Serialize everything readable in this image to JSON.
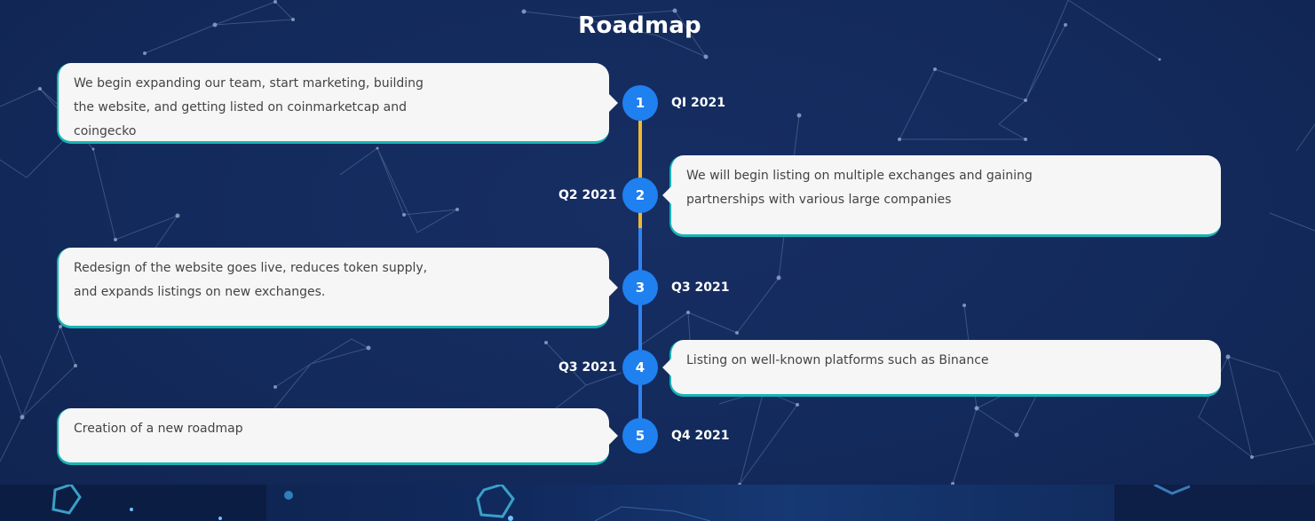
{
  "section": {
    "title": "Roadmap"
  },
  "colors": {
    "background": "#13295a",
    "node": "#1f80f0",
    "line_done": "#f2b632",
    "line_pending": "#2f84f2",
    "card": "#f6f6f6",
    "card_accent": "#18b4b4"
  },
  "milestones": [
    {
      "number": "1",
      "date": "QI 2021",
      "text": "We begin expanding our team, start marketing, building the website, and getting listed on coinmarketcap and coingecko"
    },
    {
      "number": "2",
      "date": "Q2 2021",
      "text": "We will begin listing on multiple exchanges and gaining partnerships with various large companies"
    },
    {
      "number": "3",
      "date": "Q3 2021",
      "text": "Redesign of the website goes live, reduces token supply, and expands listings on new exchanges."
    },
    {
      "number": "4",
      "date": "Q3 2021",
      "text": "Listing on well-known platforms such as Binance"
    },
    {
      "number": "5",
      "date": "Q4 2021",
      "text": "Creation of a new roadmap"
    }
  ]
}
